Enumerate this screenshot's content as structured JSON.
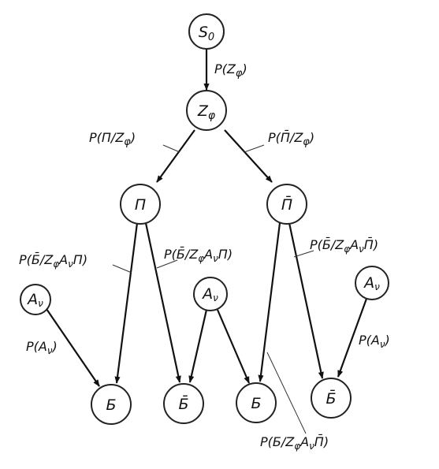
{
  "nodes": {
    "s0": {
      "main": "S",
      "sub": "0"
    },
    "z": {
      "main": "Z",
      "sub": "φ"
    },
    "p": {
      "main": "П"
    },
    "pbar": {
      "main": "П̄"
    },
    "a_left": {
      "main": "A",
      "sub": "ν"
    },
    "a_mid": {
      "main": "A",
      "sub": "ν"
    },
    "a_right": {
      "main": "A",
      "sub": "ν"
    },
    "b1": {
      "main": "Б"
    },
    "b2": {
      "main": "Б̄"
    },
    "b3": {
      "main": "Б"
    },
    "b4": {
      "main": "Б̄"
    }
  },
  "labels": {
    "s0_z": {
      "a": "P(Z",
      "b": "φ",
      "c": ")"
    },
    "z_p": {
      "a": "P(П/Z",
      "b": "φ",
      "c": ")"
    },
    "z_pbar": {
      "a": "P(П̄/Z",
      "b": "φ",
      "c": ")"
    },
    "p_b": {
      "a": "P(Б̄/Z",
      "b": "φ",
      "c": "A",
      "d": "ν",
      "e": "П)"
    },
    "p_bbar": {
      "a": "P(Б̄/Z",
      "b": "φ",
      "c": "A",
      "d": "ν",
      "e": "П)"
    },
    "pbar_bbar": {
      "a": "P(Б̄/Z",
      "b": "φ",
      "c": "A",
      "d": "ν",
      "e": "П̄)"
    },
    "pbar_b": {
      "a": "P(Б/Z",
      "b": "φ",
      "c": "A",
      "d": "ν",
      "e": "П̄)"
    },
    "a_left": {
      "a": "P(A",
      "b": "ν",
      "c": ")"
    },
    "a_right": {
      "a": "P(A",
      "b": "ν",
      "c": ")"
    }
  }
}
